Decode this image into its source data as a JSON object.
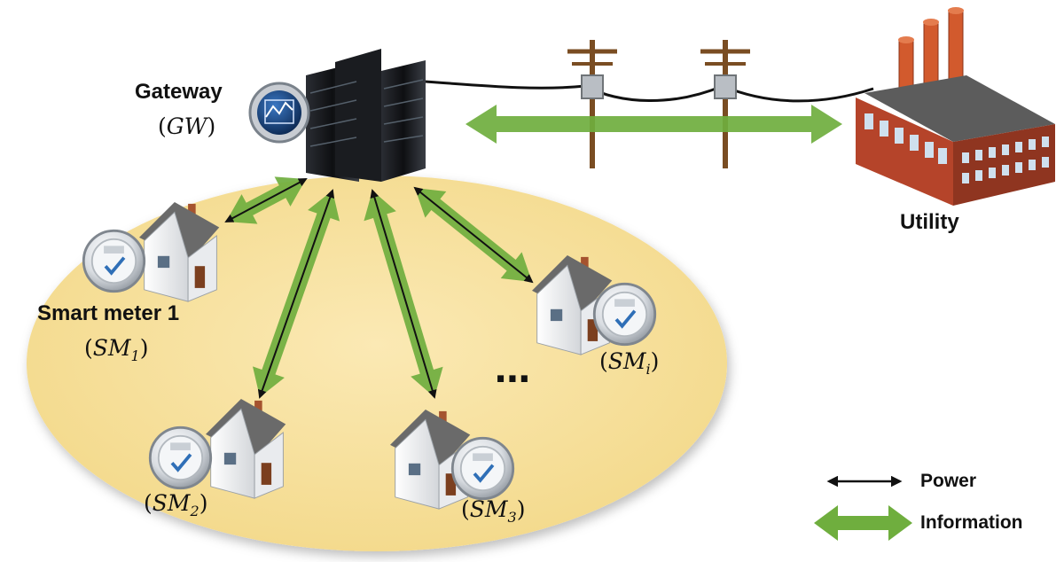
{
  "gateway": {
    "title": "Gateway",
    "symbol": "GW",
    "open": "(",
    "close": ")"
  },
  "utility": {
    "title": "Utility"
  },
  "meters": [
    {
      "title": "Smart meter 1",
      "symbol": "SM",
      "sub": "1"
    },
    {
      "symbol": "SM",
      "sub": "2"
    },
    {
      "symbol": "SM",
      "sub": "3"
    },
    {
      "symbol": "SM",
      "sub": "i"
    }
  ],
  "ellipsis": "⋯",
  "legend": {
    "power": "Power",
    "information": "Information"
  },
  "colors": {
    "zone": "#f8e2a0",
    "info_arrow": "#6fae3e",
    "power_arrow": "#111111",
    "brick": "#b5442a",
    "roof": "#5d5d5d",
    "pole": "#8b5a2b"
  }
}
